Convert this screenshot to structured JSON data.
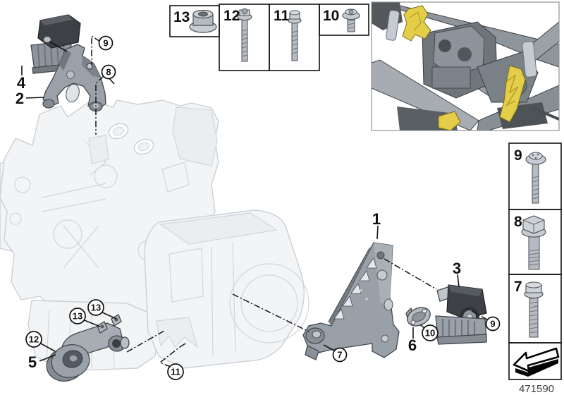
{
  "footer": {
    "image_number": "471590"
  },
  "fastener_table": {
    "items": [
      {
        "label": "13",
        "icon": "flange-nut-icon"
      },
      {
        "label": "12",
        "icon": "long-bolt-icon"
      },
      {
        "label": "11",
        "icon": "long-bolt-icon"
      },
      {
        "label": "10",
        "icon": "short-flange-bolt-icon"
      }
    ]
  },
  "side_column": {
    "items": [
      {
        "label": "9",
        "icon": "flange-bolt-icon"
      },
      {
        "label": "8",
        "icon": "hex-flange-bolt-icon"
      },
      {
        "label": "7",
        "icon": "threaded-hex-bolt-icon"
      }
    ],
    "direction_icon": "driving-direction-arrow-icon"
  },
  "part_labels": {
    "p1": "1",
    "p2": "2",
    "p3": "3",
    "p4": "4",
    "p5": "5",
    "p6": "6"
  },
  "callouts": {
    "c9_top": "9",
    "c8_top": "8",
    "c13_a": "13",
    "c13_b": "13",
    "c12": "12",
    "c11": "11",
    "c7": "7",
    "c10": "10",
    "c9_right": "9"
  },
  "colors": {
    "highlight_yellow": "#e4cd49",
    "part_gray": "#9aa1a8",
    "dark_rubber": "#3d4145",
    "ghost_gray": "#e9edf0",
    "line_black": "#161616"
  }
}
